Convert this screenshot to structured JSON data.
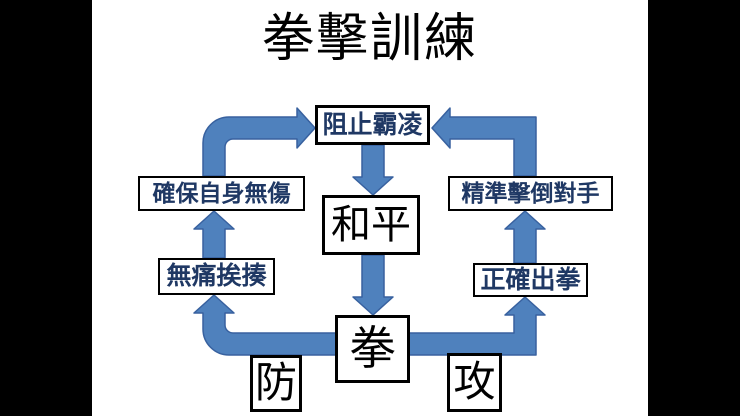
{
  "slide": {
    "title": "拳擊訓練",
    "diagram": {
      "top": "阻止霸凌",
      "center": "和平",
      "bottom_center": "拳",
      "left_upper": "確保自身無傷",
      "left_lower": "無痛挨揍",
      "right_upper": "精準擊倒對手",
      "right_lower": "正確出拳",
      "bottom_left": "防",
      "bottom_right": "攻"
    },
    "colors": {
      "arrow_fill": "#4f81bd",
      "arrow_outline": "#38619f",
      "node_text_blue": "#1f3864",
      "text_black": "#000000",
      "slide_bg": "#ffffff",
      "frame_bg": "#000000"
    }
  }
}
